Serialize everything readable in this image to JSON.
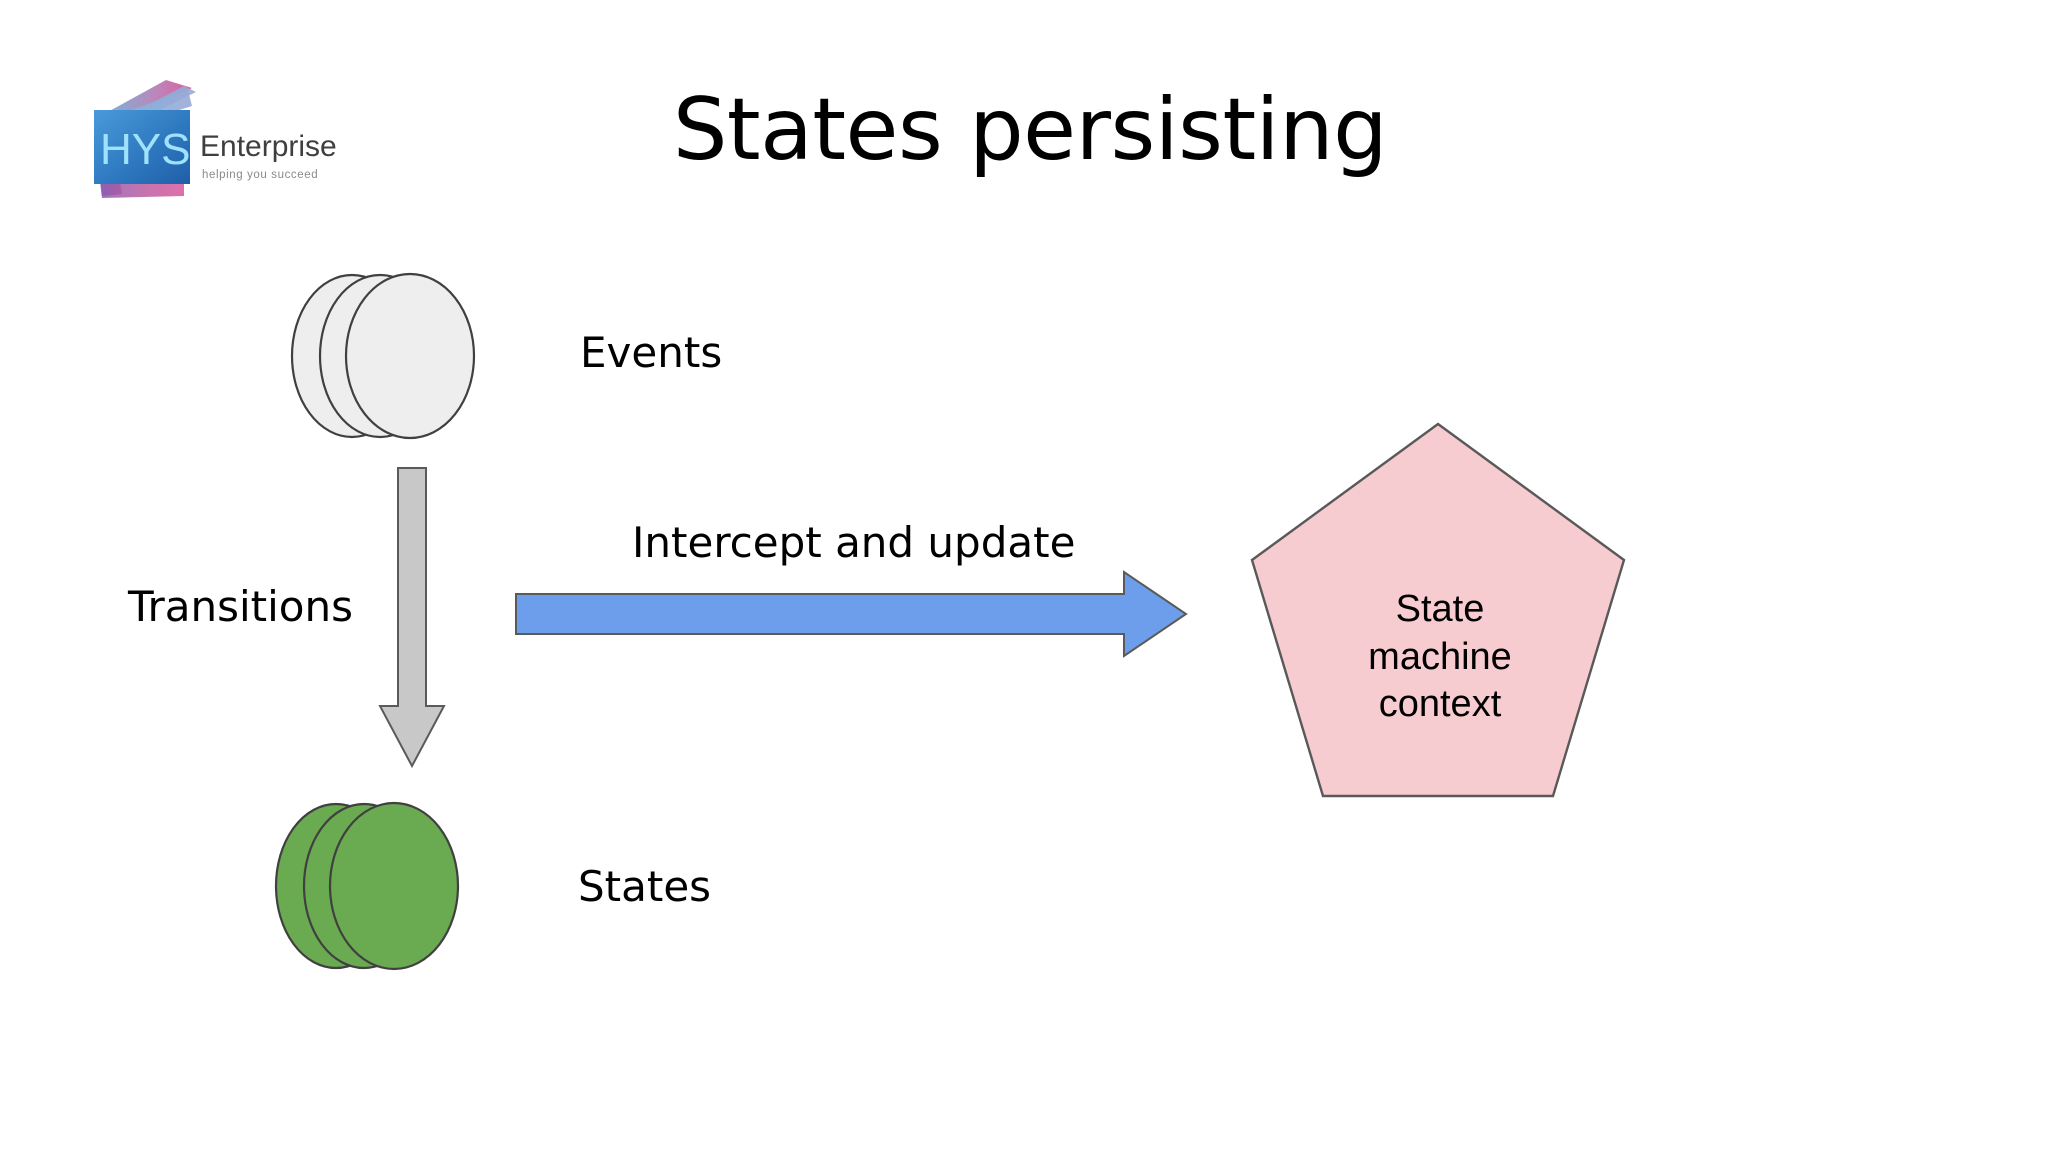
{
  "slide": {
    "background_color": "#ffffff",
    "title": "States persisting"
  },
  "logo": {
    "name": "hys-enterprise-logo",
    "mark_text": "HYS",
    "word_text": "Enterprise",
    "tagline": "helping you succeed",
    "colors": {
      "tile_blue_light": "#3f8dd4",
      "tile_blue_dark": "#1f5fa8",
      "mark_text_color": "#8fd8ff",
      "word_text_color": "#3f3f3f",
      "tagline_color": "#7a7a7a",
      "accent_pink": "#d05b9c",
      "accent_violet": "#9b7ac4",
      "accent_teal": "#5fa8cf"
    }
  },
  "diagram": {
    "nodes": [
      {
        "id": "events",
        "name": "events-disc-stack",
        "label": "Events",
        "shape": "stacked-circles",
        "count": 3,
        "fill": "#eeeeef",
        "stroke": "#404040"
      },
      {
        "id": "states",
        "name": "states-disc-stack",
        "label": "States",
        "shape": "stacked-circles",
        "count": 3,
        "fill": "#6aaa51",
        "stroke": "#404040"
      },
      {
        "id": "state-machine-context",
        "name": "state-machine-context-pentagon",
        "shape": "pentagon",
        "fill": "#f6ccd0",
        "stroke": "#595959",
        "text_lines": [
          "State",
          "machine",
          "context"
        ]
      }
    ],
    "edges": [
      {
        "id": "transitions",
        "name": "transitions-down-arrow",
        "label": "Transitions",
        "direction": "down",
        "fill": "#c8c8c8",
        "stroke": "#5a5a5a",
        "from": "events",
        "to": "states"
      },
      {
        "id": "intercept-and-update",
        "name": "intercept-and-update-arrow",
        "label": "Intercept and update",
        "direction": "right",
        "fill": "#6d9eeb",
        "stroke": "#5a5a5a",
        "from": "transitions",
        "to": "state-machine-context"
      }
    ]
  }
}
